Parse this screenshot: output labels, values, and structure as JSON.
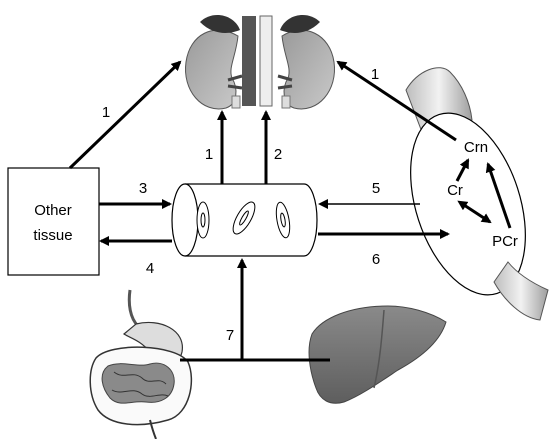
{
  "organs": {
    "other_tissue": "Other\ntissue"
  },
  "muscle": {
    "crn": "Crn",
    "cr": "Cr",
    "pcr": "PCr"
  },
  "pathways": {
    "p1_left": "1",
    "p1_top_left": "1",
    "p2_top": "2",
    "p1_right": "1",
    "p3": "3",
    "p4": "4",
    "p5": "5",
    "p6": "6",
    "p7": "7"
  }
}
